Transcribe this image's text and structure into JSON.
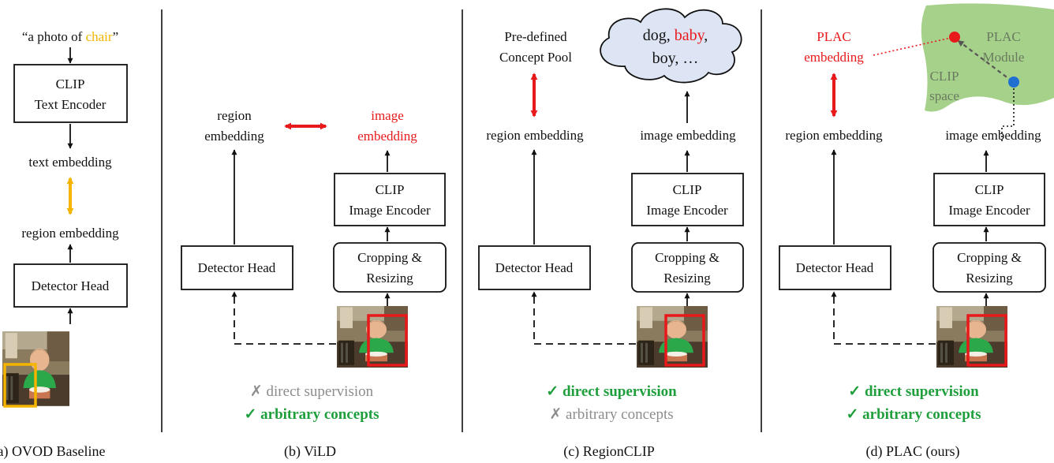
{
  "colors": {
    "highlight_red": "#e8191b",
    "highlight_yellow": "#f4b400",
    "check_green": "#1f9e3c",
    "cross_gray": "#8c8c8c",
    "cloud_fill": "#dde5f5",
    "clip_space_fill": "#a6d18a"
  },
  "panel_a": {
    "prompt_open": "“a photo of ",
    "prompt_word": "chair",
    "prompt_close": "”",
    "clip_text_line1": "CLIP",
    "clip_text_line2": "Text Encoder",
    "text_embedding": "text embedding",
    "region_embedding": "region embedding",
    "detector_head": "Detector Head",
    "caption": "(a) OVOD Baseline"
  },
  "panel_b": {
    "region_line1": "region",
    "region_line2": "embedding",
    "image_line1": "image",
    "image_line2": "embedding",
    "clip_line1": "CLIP",
    "clip_line2": "Image Encoder",
    "crop_line1": "Cropping &",
    "crop_line2": "Resizing",
    "detector_head": "Detector Head",
    "sup1_mark": "✗",
    "sup1_text": "direct supervision",
    "sup2_mark": "✓",
    "sup2_text": "arbitrary concepts",
    "caption": "(b) ViLD"
  },
  "panel_c": {
    "pool_line1": "Pre-defined",
    "pool_line2": "Concept Pool",
    "cloud_word1": "dog, ",
    "cloud_word2": "baby",
    "cloud_word3": ",",
    "cloud_line2": "boy, …",
    "region_embedding": "region embedding",
    "image_embedding": "image embedding",
    "clip_line1": "CLIP",
    "clip_line2": "Image Encoder",
    "crop_line1": "Cropping &",
    "crop_line2": "Resizing",
    "detector_head": "Detector Head",
    "sup1_mark": "✓",
    "sup1_text": "direct supervision",
    "sup2_mark": "✗",
    "sup2_text": "arbitrary concepts",
    "caption": "(c) RegionCLIP"
  },
  "panel_d": {
    "plac_line1": "PLAC",
    "plac_line2": "embedding",
    "module_line1": "PLAC",
    "module_line2": "Module",
    "space_line1": "CLIP",
    "space_line2": "space",
    "region_embedding": "region embedding",
    "image_embedding": "image embedding",
    "clip_line1": "CLIP",
    "clip_line2": "Image Encoder",
    "crop_line1": "Cropping &",
    "crop_line2": "Resizing",
    "detector_head": "Detector Head",
    "sup1_mark": "✓",
    "sup1_text": "direct supervision",
    "sup2_mark": "✓",
    "sup2_text": "arbitrary concepts",
    "caption": "(d) PLAC (ours)"
  }
}
